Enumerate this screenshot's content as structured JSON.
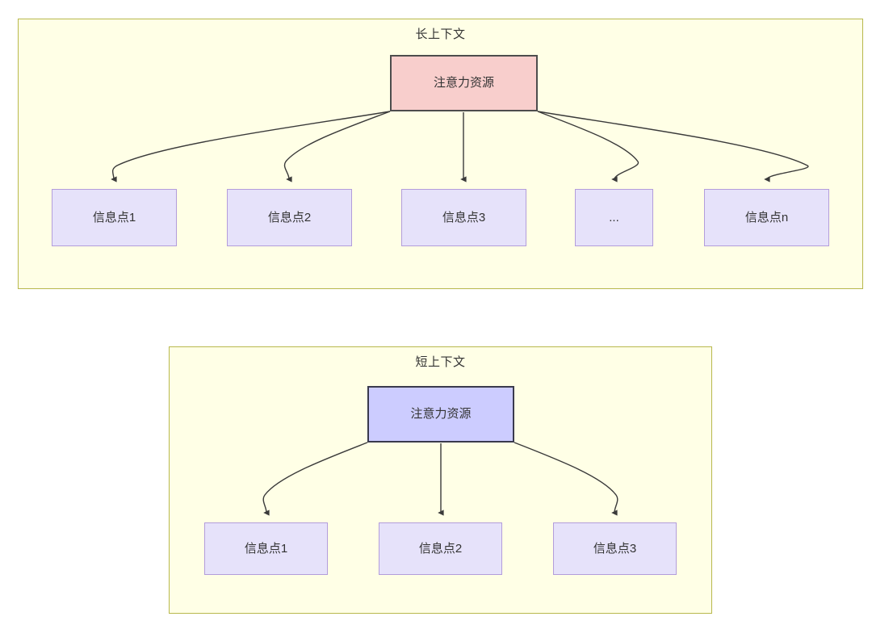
{
  "diagram": {
    "title_long": "长上下文",
    "title_short": "短上下文",
    "colors": {
      "panel_fill": "#ffffe6",
      "panel_border": "#b8b84d",
      "root_long_fill": "#f8cecc",
      "root_long_border": "#4d4d4d",
      "root_short_fill": "#ccccff",
      "root_short_border": "#3a3a4d",
      "leaf_fill": "#e6e2fa",
      "leaf_border": "#b39ddb",
      "edge": "#3a3a3a",
      "text": "#333333",
      "page_background": "#ffffff"
    }
  },
  "long_context": {
    "panel_label": "长上下文",
    "root": {
      "label": "注意力资源"
    },
    "leaves": [
      {
        "label": "信息点1"
      },
      {
        "label": "信息点2"
      },
      {
        "label": "信息点3"
      },
      {
        "label": "..."
      },
      {
        "label": "信息点n"
      }
    ]
  },
  "short_context": {
    "panel_label": "短上下文",
    "root": {
      "label": "注意力资源"
    },
    "leaves": [
      {
        "label": "信息点1"
      },
      {
        "label": "信息点2"
      },
      {
        "label": "信息点3"
      }
    ]
  }
}
